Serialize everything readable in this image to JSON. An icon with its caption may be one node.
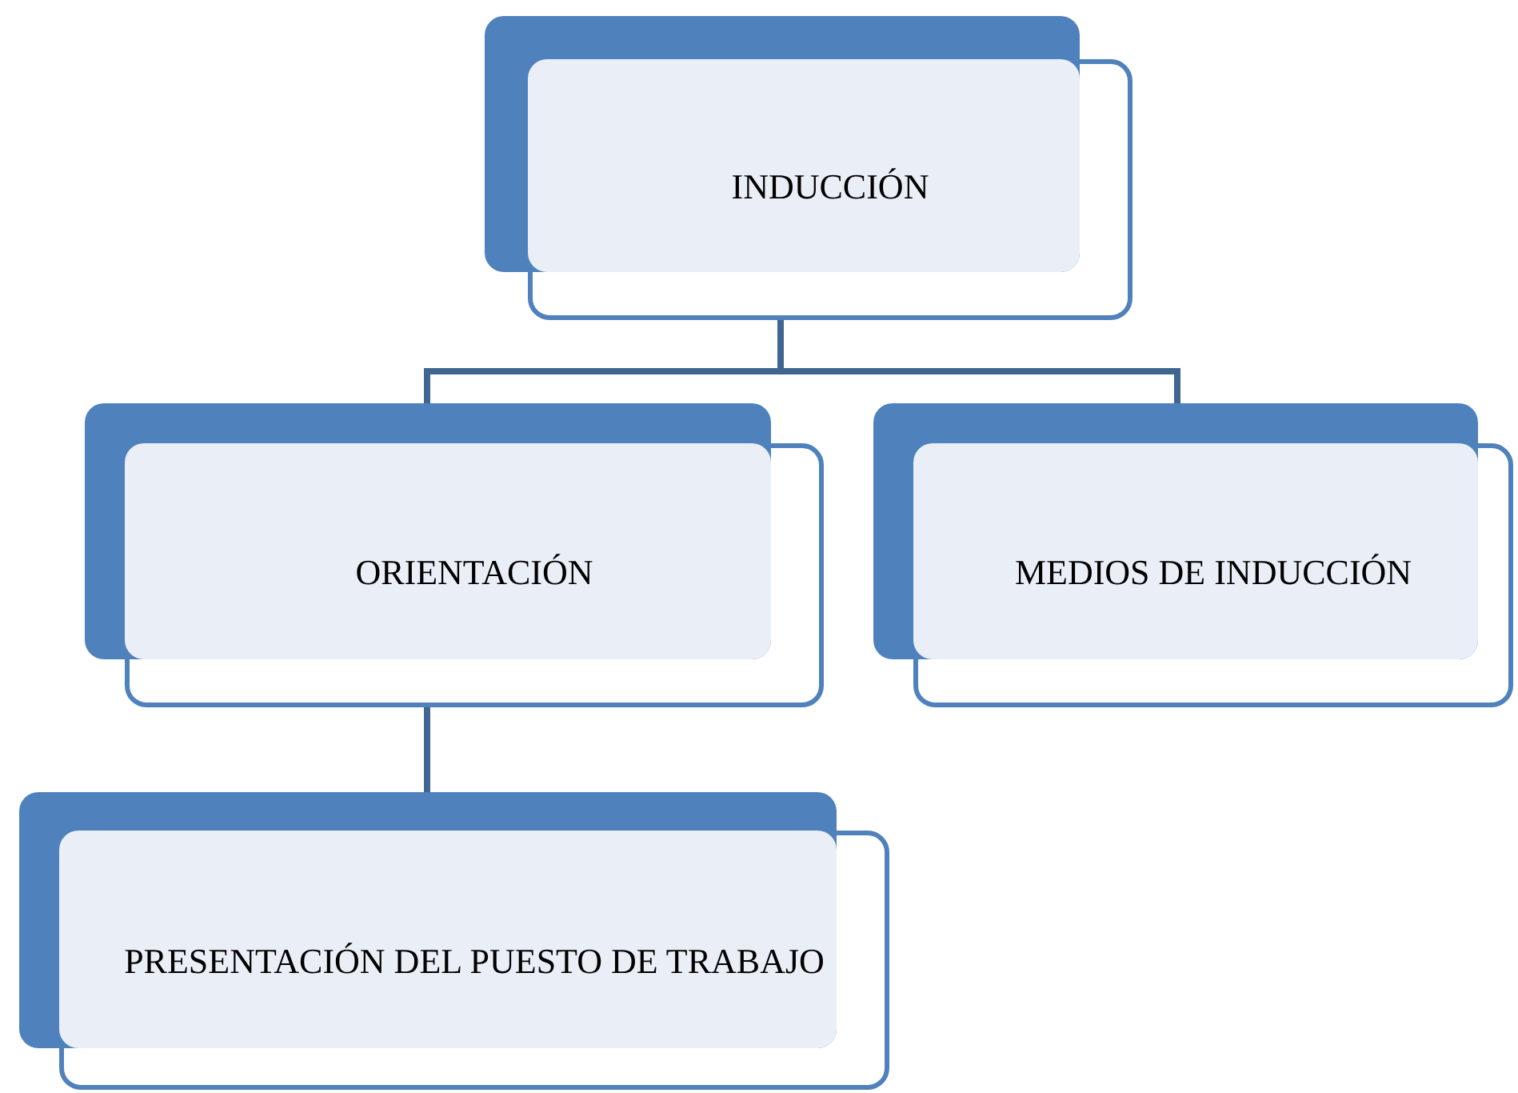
{
  "diagram": {
    "nodes": [
      {
        "text": [
          "INDUCCIÓN"
        ]
      },
      {
        "text": [
          "ORIENTACIÓN"
        ]
      },
      {
        "text": [
          "MEDIOS DE INDUCCIÓN"
        ]
      },
      {
        "text": [
          "PRESENTACIÓN DEL PUESTO DE TRABAJO"
        ]
      }
    ],
    "edges": [
      {
        "from": 0,
        "to": 1,
        "arrow": "none"
      },
      {
        "from": 0,
        "to": 2,
        "arrow": "none"
      },
      {
        "from": 1,
        "to": 3,
        "arrow": "none"
      }
    ]
  }
}
